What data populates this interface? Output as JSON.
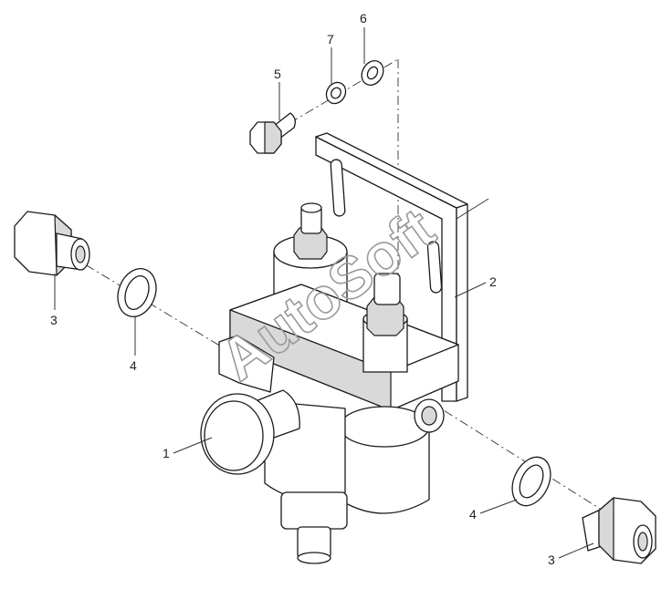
{
  "diagram": {
    "watermark": "AutoSoft",
    "callouts": [
      {
        "id": "c1",
        "label": "1"
      },
      {
        "id": "c2",
        "label": "2"
      },
      {
        "id": "c3a",
        "label": "3"
      },
      {
        "id": "c3b",
        "label": "3"
      },
      {
        "id": "c4a",
        "label": "4"
      },
      {
        "id": "c4b",
        "label": "4"
      },
      {
        "id": "c5",
        "label": "5"
      },
      {
        "id": "c6",
        "label": "6"
      },
      {
        "id": "c7",
        "label": "7"
      }
    ]
  }
}
